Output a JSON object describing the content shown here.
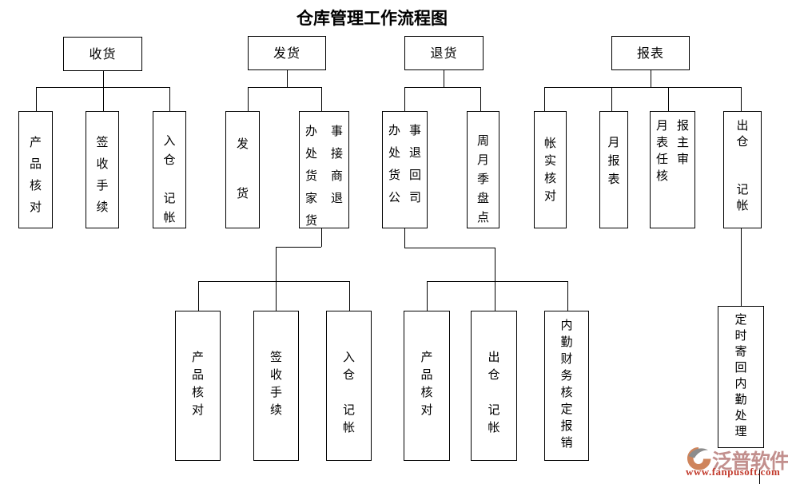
{
  "title": "仓库管理工作流程图",
  "watermark": {
    "brand": "泛普软件",
    "url": "www.fanpusoft.com",
    "brand_color": "#c28f8d",
    "url_color": "#c23a2c",
    "logo_orange": "#cf855c",
    "logo_gray": "#8c8c8c"
  },
  "colors": {
    "line": "#000000",
    "box_border": "#000000",
    "box_fill": "#ffffff",
    "text": "#000000"
  },
  "nodes": [
    {
      "id": "receiving",
      "label": "收货",
      "rows": [
        "收货"
      ]
    },
    {
      "id": "shipping",
      "label": "发货",
      "rows": [
        "发货"
      ]
    },
    {
      "id": "returns",
      "label": "退货",
      "rows": [
        "退货"
      ]
    },
    {
      "id": "reports",
      "label": "报表",
      "rows": [
        "报表"
      ]
    },
    {
      "id": "product-check-1",
      "label": "产品核对",
      "rows": [
        "产",
        "品",
        "核",
        "对"
      ]
    },
    {
      "id": "sign-off-procedure-1",
      "label": "签收手续",
      "rows": [
        "签",
        "收",
        "手",
        "续"
      ]
    },
    {
      "id": "warehouse-in-bookkeeping-1",
      "label": "入仓 记帐",
      "rows": [
        "入",
        "仓",
        "",
        "记",
        "帐"
      ]
    },
    {
      "id": "ship-goods",
      "label": "发货",
      "rows": [
        "发",
        "",
        "货"
      ]
    },
    {
      "id": "office-receive-merchant-returns",
      "label": "办事处接货商家退货",
      "rows": [
        "办事",
        "处接",
        "货商",
        "家退",
        "货"
      ]
    },
    {
      "id": "office-return-goods-to-company",
      "label": "办事处退货回公司",
      "rows": [
        "办事",
        "处退",
        "货回",
        "公司"
      ]
    },
    {
      "id": "week-month-quarter-stocktake",
      "label": "周月季盘点",
      "rows": [
        "周",
        "月",
        "季",
        "盘",
        "点"
      ]
    },
    {
      "id": "account-vs-actual-check",
      "label": "帐实核对",
      "rows": [
        "帐",
        "实",
        "核",
        "对"
      ]
    },
    {
      "id": "monthly-report",
      "label": "月报表",
      "rows": [
        "月",
        "报",
        "表"
      ]
    },
    {
      "id": "monthly-report-director-review",
      "label": "月报表主任审核",
      "rows": [
        "月报",
        "表主",
        "任审",
        "核"
      ]
    },
    {
      "id": "warehouse-out-bookkeeping-1",
      "label": "出仓 记帐",
      "rows": [
        "出",
        "仓",
        "",
        "",
        "记",
        "帐"
      ]
    },
    {
      "id": "product-check-2",
      "label": "产品核对",
      "rows": [
        "产",
        "品",
        "核",
        "对"
      ]
    },
    {
      "id": "sign-off-procedure-2",
      "label": "签收手续",
      "rows": [
        "签",
        "收",
        "手",
        "续"
      ]
    },
    {
      "id": "warehouse-in-bookkeeping-2",
      "label": "入仓 记帐",
      "rows": [
        "入",
        "仓",
        "",
        "记",
        "帐"
      ]
    },
    {
      "id": "product-check-3",
      "label": "产品核对",
      "rows": [
        "产",
        "品",
        "核",
        "对"
      ]
    },
    {
      "id": "warehouse-out-bookkeeping-2",
      "label": "出仓 记帐",
      "rows": [
        "出",
        "仓",
        "",
        "记",
        "帐"
      ]
    },
    {
      "id": "internal-finance-approve-reimbursement",
      "label": "内勤财务核定报销",
      "rows": [
        "内",
        "勤",
        "财",
        "务",
        "核",
        "定",
        "报",
        "销"
      ]
    },
    {
      "id": "scheduled-mail-back-internal-processing",
      "label": "定时寄回内勤处理",
      "rows": [
        "定",
        "时",
        "寄",
        "回",
        "内",
        "勤",
        "处",
        "理"
      ]
    }
  ],
  "edges": [
    [
      "receiving",
      "product-check-1"
    ],
    [
      "receiving",
      "sign-off-procedure-1"
    ],
    [
      "receiving",
      "warehouse-in-bookkeeping-1"
    ],
    [
      "shipping",
      "ship-goods"
    ],
    [
      "shipping",
      "office-receive-merchant-returns"
    ],
    [
      "office-receive-merchant-returns",
      "product-check-2"
    ],
    [
      "office-receive-merchant-returns",
      "sign-off-procedure-2"
    ],
    [
      "office-receive-merchant-returns",
      "warehouse-in-bookkeeping-2"
    ],
    [
      "returns",
      "office-return-goods-to-company"
    ],
    [
      "returns",
      "week-month-quarter-stocktake"
    ],
    [
      "office-return-goods-to-company",
      "product-check-3"
    ],
    [
      "office-return-goods-to-company",
      "warehouse-out-bookkeeping-2"
    ],
    [
      "office-return-goods-to-company",
      "internal-finance-approve-reimbursement"
    ],
    [
      "reports",
      "account-vs-actual-check"
    ],
    [
      "reports",
      "monthly-report"
    ],
    [
      "reports",
      "monthly-report-director-review"
    ],
    [
      "reports",
      "warehouse-out-bookkeeping-1"
    ],
    [
      "warehouse-out-bookkeeping-1",
      "scheduled-mail-back-internal-processing"
    ]
  ]
}
